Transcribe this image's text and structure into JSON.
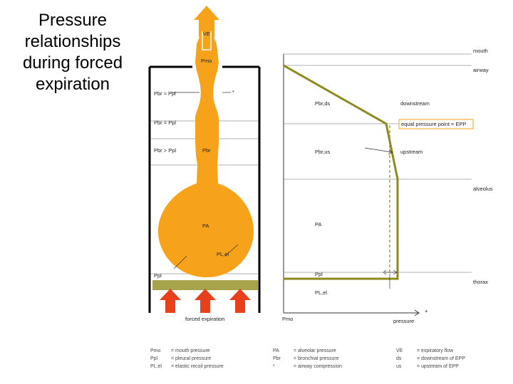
{
  "slide": {
    "title": "Pressure relationships during forced expiration"
  },
  "colors": {
    "airway_fill": "#f7a21b",
    "diaphragm": "#a7a34a",
    "arrow_red": "#e8401c",
    "graph_line": "#8c8a1f",
    "orange_accent": "#f7a21b"
  },
  "diagram": {
    "left_labels": {
      "ve": "V̇E",
      "pmo_top": "Pmo",
      "pbr_eq": "Pbr ≈ Ppl",
      "star": "*",
      "pbr_eq2": "Pbr = Ppl",
      "pbr_gt": "Pbr > Ppl",
      "pbr_inner": "Pbr",
      "pa": "PA",
      "plel": "PL,el",
      "ppl": "Ppl",
      "forced_expiration": "forced expiration"
    },
    "right_labels": {
      "mouth": "mouth",
      "airway": "airway",
      "pbr_ds": "Pbr,ds",
      "downstream": "downstream",
      "epp": "equal pressure point = EPP",
      "pbr_us": "Pbr,us",
      "upstream": "upstream",
      "alveolus": "alveolus",
      "pa": "PA",
      "ppl": "Ppl",
      "thorax": "thorax",
      "plel": "PL,el",
      "pmo": "Pmo",
      "plus": "+",
      "pressure": "pressure"
    },
    "legend": [
      {
        "sym": "Pmo",
        "desc": "= mouth pressure"
      },
      {
        "sym": "Ppl",
        "desc": "= pleural pressure"
      },
      {
        "sym": "PL,el",
        "desc": "= elastic recoil pressure"
      },
      {
        "sym": "PA",
        "desc": "= alveolar pressure"
      },
      {
        "sym": "Pbr",
        "desc": "= bronchial pressure"
      },
      {
        "sym": "*",
        "desc": "= airway compression"
      },
      {
        "sym": "V̇E",
        "desc": "= expiratory flow"
      },
      {
        "sym": "ds",
        "desc": "= downstream of EPP"
      },
      {
        "sym": "us",
        "desc": "= upstream of EPP"
      }
    ]
  }
}
